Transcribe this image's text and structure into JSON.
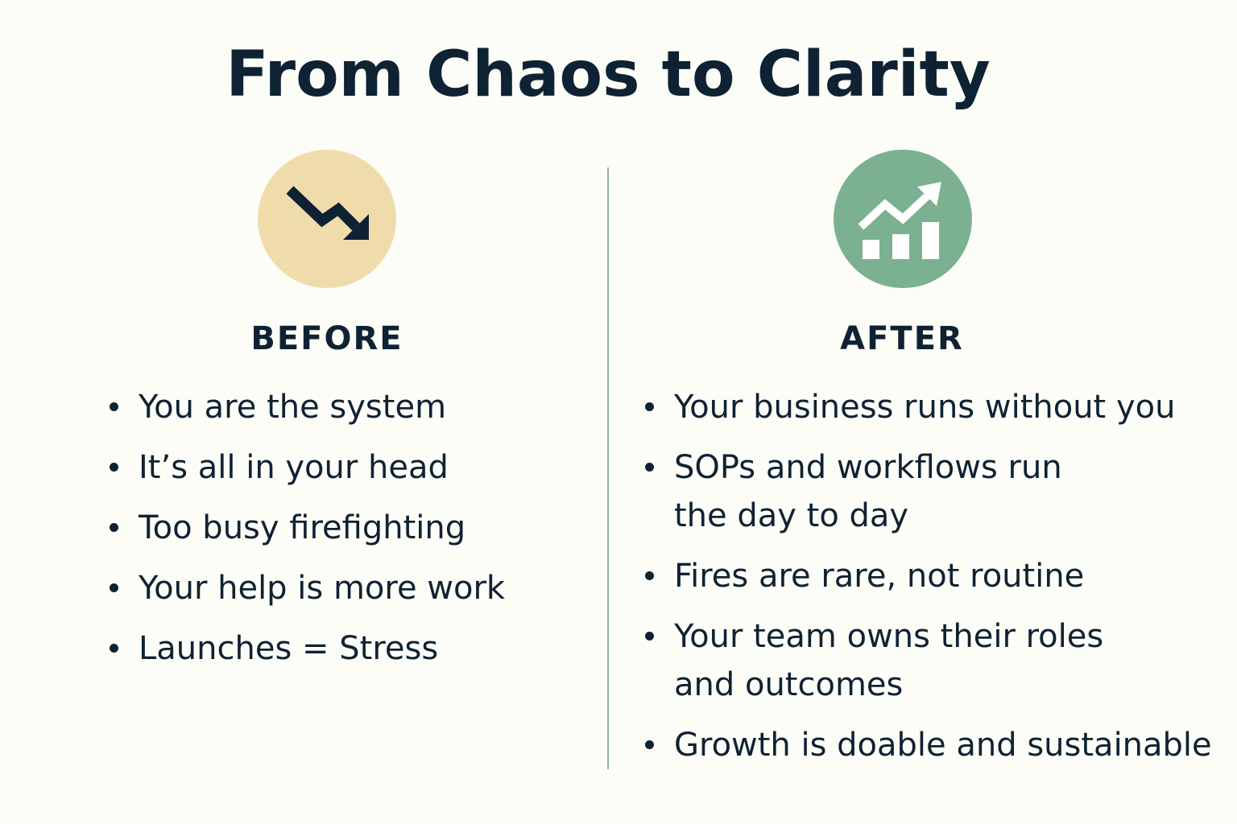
{
  "title": "From Chaos to Clarity",
  "before": {
    "heading": "BEFORE",
    "icon": "trend-down-arrow-icon",
    "icon_bg": "#f0dcab",
    "items": [
      "You are the system",
      "It’s all in your head",
      "Too busy firefighting",
      "Your help is more work",
      "Launches = Stress"
    ]
  },
  "after": {
    "heading": "AFTER",
    "icon": "growth-chart-icon",
    "icon_bg": "#7bb190",
    "items": [
      [
        "Your business runs without you"
      ],
      [
        "SOPs and workflows run",
        "the day to day"
      ],
      [
        "Fires are rare, not routine"
      ],
      [
        "Your team owns their roles",
        "and outcomes"
      ],
      [
        "Growth is doable and sustainable"
      ]
    ]
  },
  "colors": {
    "text": "#0e2233",
    "divider": "#8fb3a3",
    "background": "#fdfdf8"
  }
}
